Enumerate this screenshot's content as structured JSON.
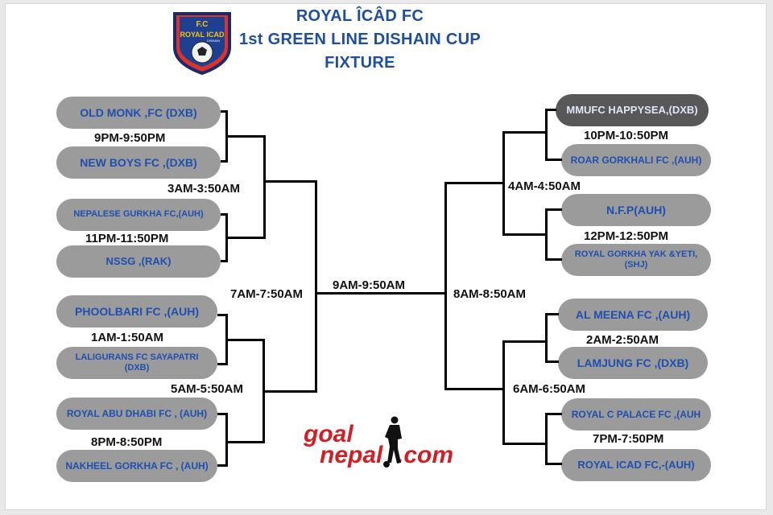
{
  "header": {
    "line1": "ROYAL ÎCÂD FC",
    "line2": "1st GREEN LINE DISHAIN CUP",
    "line3": "FIXTURE"
  },
  "logo": {
    "top": "F.C",
    "middle": "ROYAL ICAD",
    "sub": "DISHAIN"
  },
  "left": {
    "teams": [
      "OLD MONK ,FC (DXB)",
      "NEW BOYS FC ,(DXB)",
      "NEPALESE GURKHA FC,(AUH)",
      "NSSG ,(RAK)",
      "PHOOLBARI FC ,(AUH)",
      "LALIGURANS FC SAYAPATRI (DXB)",
      "ROYAL ABU DHABI FC , (AUH)",
      "NAKHEEL GORKHA FC , (AUH)"
    ],
    "r1_times": [
      "9PM-9:50PM",
      "11PM-11:50PM",
      "1AM-1:50AM",
      "8PM-8:50PM"
    ],
    "qf_times": [
      "3AM-3:50AM",
      "5AM-5:50AM"
    ],
    "sf_time": "7AM-7:50AM"
  },
  "right": {
    "teams": [
      "MMUFC HAPPYSEA,(DXB)",
      "ROAR GORKHALI FC ,(AUH)",
      "N.F.P(AUH)",
      "ROYAL GORKHA YAK &YETI, (SHJ)",
      "AL MEENA FC ,(AUH)",
      "LAMJUNG FC ,(DXB)",
      "ROYAL C PALACE FC ,(AUH",
      "ROYAL ICAD FC,-(AUH)"
    ],
    "r1_times": [
      "10PM-10:50PM",
      "12PM-12:50PM",
      "2AM-2:50AM",
      "7PM-7:50PM"
    ],
    "qf_times": [
      "4AM-4:50AM",
      "6AM-6:50AM"
    ],
    "sf_time": "8AM-8:50AM"
  },
  "final_time": "9AM-9:50AM",
  "sponsor": {
    "part1": "goal",
    "part2": "nepal",
    "part3": ".com"
  },
  "colors": {
    "title": "#1f4f9a",
    "pill": "#9b9b9b",
    "pill_text": "#1f4fb0",
    "sponsor_red": "#d21f26"
  }
}
